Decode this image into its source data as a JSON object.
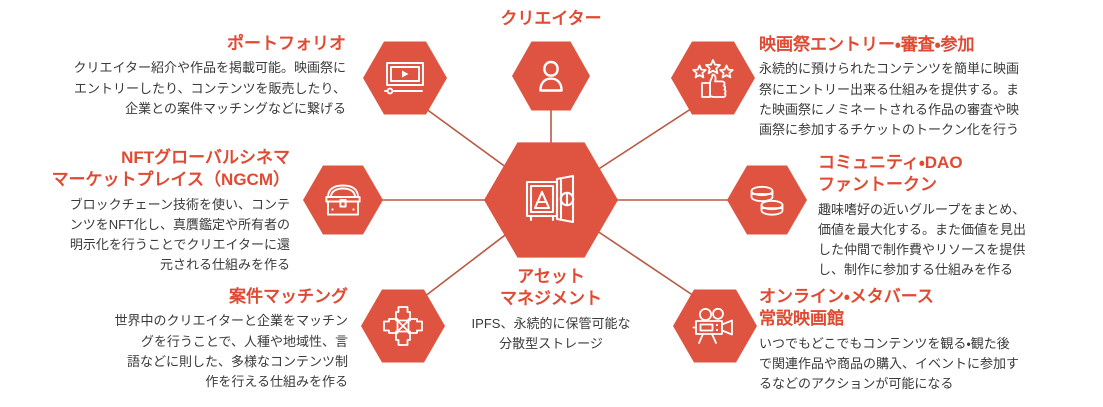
{
  "theme": {
    "accent": "#DF5341",
    "title_color": "#E04A33",
    "body_color": "#3a3a3a",
    "link_color": "#B85A43",
    "background": "#ffffff"
  },
  "center": {
    "icon": "safe-vault-icon",
    "title": "アセット\nマネジメント",
    "description": "IPFS、永続的に保管可能な\n分散型ストレージ"
  },
  "nodes": [
    {
      "id": "portfolio",
      "icon": "video-player-icon",
      "title": "ポートフォリオ",
      "description": "クリエイター紹介や作品を掲載可能。映画祭に\nエントリーしたり、コンテンツを販売したり、\n企業との案件マッチングなどに繋げる",
      "align": "right"
    },
    {
      "id": "creator",
      "icon": "person-user-icon",
      "title": "クリエイター",
      "description": "",
      "align": "center"
    },
    {
      "id": "film-festival-entry",
      "icon": "thumbs-up-stars-icon",
      "title": "映画祭エントリー・審査・参加",
      "description": "永続的に預けられたコンテンツを簡単に映画\n祭にエントリー出来る仕組みを提供する。ま\nた映画祭にノミネートされる作品の審査や映\n画祭に参加するチケットのトークン化を行う",
      "align": "left"
    },
    {
      "id": "ngcm",
      "icon": "treasure-chest-icon",
      "title": "NFTグローバルシネマ\nマーケットプレイス（NGCM）",
      "description": "ブロックチェーン技術を使い、コンテ\nンツをNFT化し、真贋鑑定や所有者の\n明示化を行うことでクリエイターに還\n元される仕組みを作る",
      "align": "right"
    },
    {
      "id": "community-dao",
      "icon": "coins-stack-icon",
      "title": "コミュニティ・DAO\nファントークン",
      "description": "趣味嗜好の近いグループをまとめ、\n価値を最大化する。また価値を見出\nした仲間で制作費やリソースを提供\nし、制作に参加する仕組みを作る",
      "align": "left"
    },
    {
      "id": "project-matching",
      "icon": "four-hands-teamwork-icon",
      "title": "案件マッチング",
      "description": "世界中のクリエイターと企業をマッチン\nグを行うことで、人種や地域性、言\n語などに則した、多様なコンテンツ制\n作を行える仕組みを作る",
      "align": "right"
    },
    {
      "id": "metaverse-cinema",
      "icon": "movie-projector-icon",
      "title": "オンライン・メタバース\n常設映画館",
      "description": "いつでもどこでもコンテンツを観る・観た後\nで関連作品や商品の購入、イベントに参加す\nるなどのアクションが可能になる",
      "align": "left"
    }
  ]
}
